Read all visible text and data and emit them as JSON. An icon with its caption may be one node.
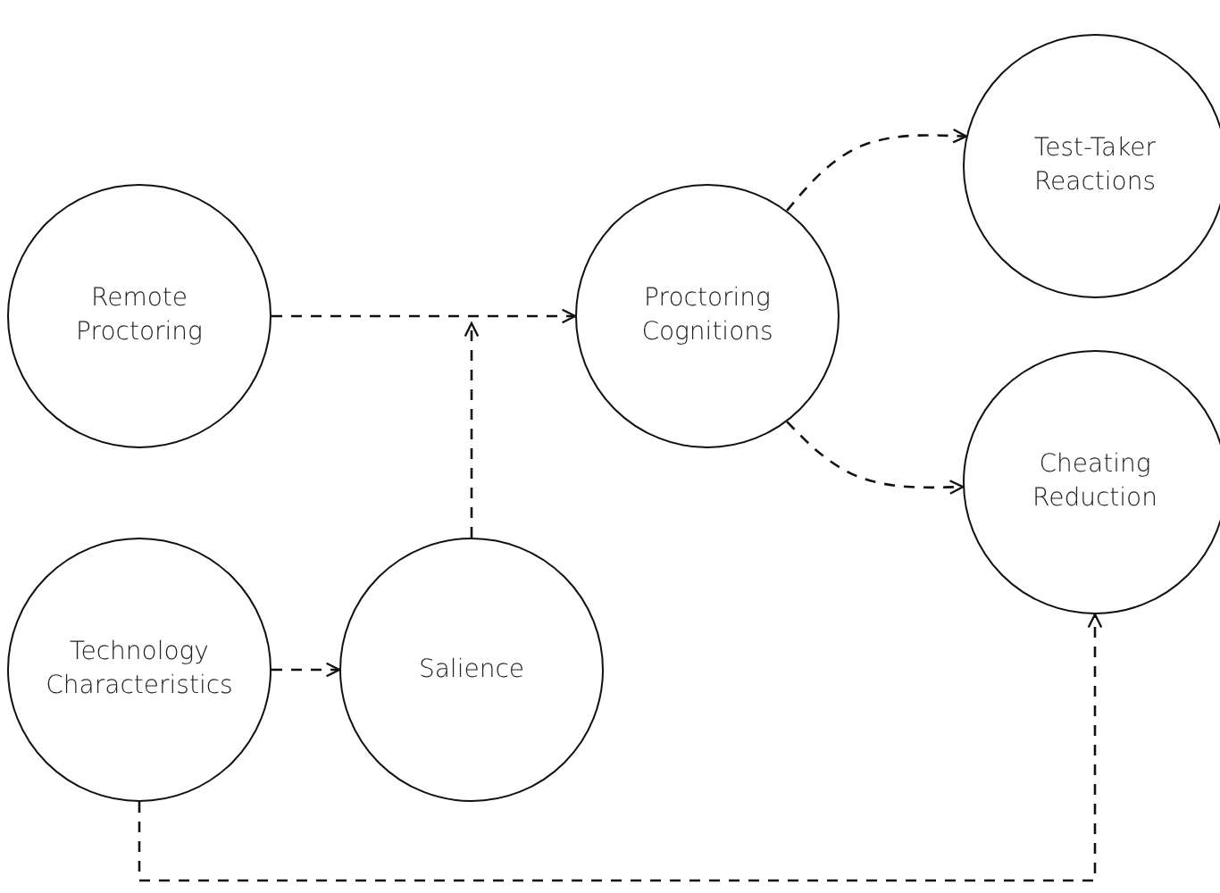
{
  "diagram": {
    "nodes": [
      {
        "text": [
          "Test-Taker Reactions"
        ]
      },
      {
        "text": [
          "Remote Proctoring"
        ]
      },
      {
        "text": [
          "Proctoring Cognitions"
        ]
      },
      {
        "text": [
          "Cheating Reduction"
        ]
      },
      {
        "text": [
          "Technology Characteristics"
        ]
      },
      {
        "text": [
          "Salience"
        ]
      }
    ],
    "edges": [
      {
        "from": 1,
        "to": 2,
        "arrow": "to",
        "style": "dashed"
      },
      {
        "from": 5,
        "to": null,
        "arrow": "to",
        "style": "dashed"
      },
      {
        "from": 2,
        "to": 0,
        "arrow": "to",
        "style": "dashed"
      },
      {
        "from": 2,
        "to": 3,
        "arrow": "to",
        "style": "dashed"
      },
      {
        "from": 4,
        "to": 5,
        "arrow": "to",
        "style": "dashed"
      },
      {
        "from": 4,
        "to": 3,
        "arrow": "to",
        "style": "dashed"
      }
    ]
  }
}
